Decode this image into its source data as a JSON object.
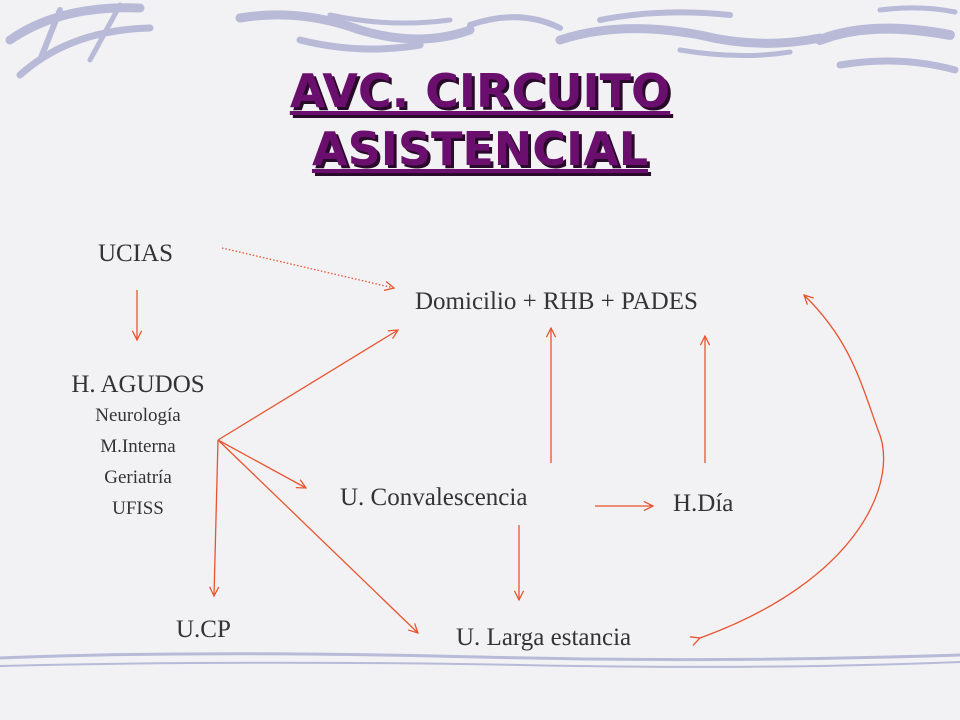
{
  "title": {
    "line1": "AVC. CIRCUITO",
    "line2": "ASISTENCIAL"
  },
  "nodes": {
    "ucias": "UCIAS",
    "domicilio": "Domicilio + RHB + PADES",
    "agudos_title": "H. AGUDOS",
    "agudos_items": [
      "Neurología",
      "M.Interna",
      "Geriatría",
      "UFISS"
    ],
    "convalescencia": "U. Convalescencia",
    "hdia": "H.Día",
    "ucp": "U.CP",
    "larga": "U. Larga estancia"
  },
  "colors": {
    "title": "#6b0f6e",
    "arrow": "#e8542f",
    "text": "#333333",
    "deco": "#b8bad8"
  }
}
